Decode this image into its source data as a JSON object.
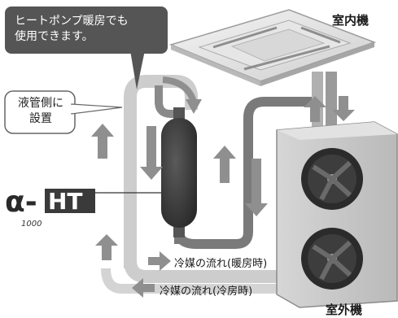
{
  "callout_top": {
    "line1": "ヒートポンプ暖房でも",
    "line2": "使用できます。"
  },
  "callout_side": {
    "line1": "液管側に",
    "line2": "設置"
  },
  "labels": {
    "indoor_unit": "室内機",
    "outdoor_unit": "室外機"
  },
  "flow_labels": {
    "heating": "冷媒の流れ(暖房時)",
    "cooling": "冷媒の流れ(冷房時)"
  },
  "logo": {
    "brand": "α-HT",
    "model": "1000"
  },
  "colors": {
    "pipe_light": "#c9c9c9",
    "pipe_dark": "#6b6b6b",
    "arrow_gray": "#9a9a9a",
    "device": "#3a3a3a",
    "callout_dark": "#555555"
  }
}
